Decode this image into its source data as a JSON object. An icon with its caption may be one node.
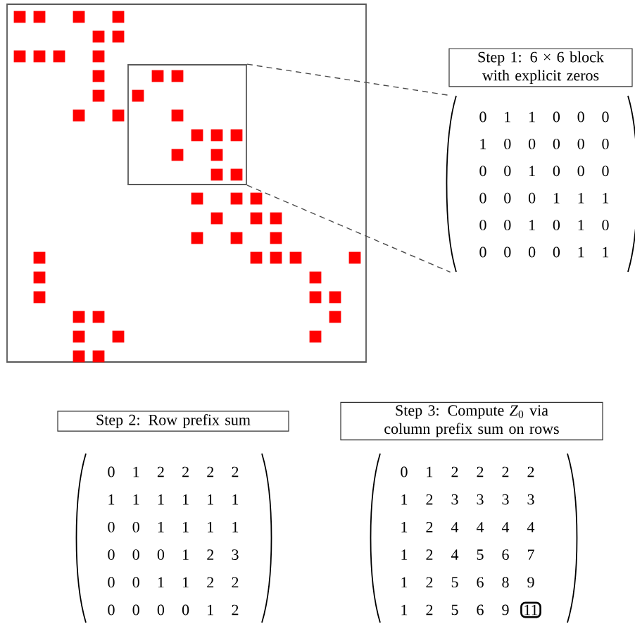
{
  "diagram": {
    "nodes": [
      {
        "text": [],
        "shape": "box"
      },
      {
        "text": [],
        "shape": "box",
        "in": 0
      },
      {
        "text": [
          "Step 1: 6 × 6 block with explicit zeros"
        ]
      },
      {
        "text": [
          "0",
          "1",
          "1",
          "0",
          "0",
          "0",
          "1",
          "0",
          "0",
          "0",
          "0",
          "0",
          "0",
          "0",
          "1",
          "0",
          "0",
          "0",
          "0",
          "0",
          "0",
          "1",
          "1",
          "1",
          "0",
          "0",
          "1",
          "0",
          "1",
          "0",
          "0",
          "0",
          "0",
          "0",
          "1",
          "1"
        ]
      },
      {
        "text": [
          "Step 2: Row prefix sum"
        ]
      },
      {
        "text": [
          "0",
          "1",
          "2",
          "2",
          "2",
          "2",
          "1",
          "1",
          "1",
          "1",
          "1",
          "1",
          "0",
          "0",
          "1",
          "1",
          "1",
          "1",
          "0",
          "0",
          "0",
          "1",
          "2",
          "3",
          "0",
          "0",
          "1",
          "1",
          "2",
          "2",
          "0",
          "0",
          "0",
          "0",
          "1",
          "2"
        ]
      },
      {
        "text": [
          "Step 3: Compute *Z*$_{0}$ via column prefix sum on rows"
        ]
      },
      {
        "text": [
          "0",
          "1",
          "2",
          "2",
          "2",
          "2",
          "1",
          "2",
          "3",
          "3",
          "3",
          "3",
          "1",
          "2",
          "4",
          "4",
          "4",
          "4",
          "1",
          "2",
          "4",
          "5",
          "6",
          "7",
          "1",
          "2",
          "5",
          "6",
          "8",
          "9",
          "1",
          "2",
          "5",
          "6",
          "9",
          "11"
        ]
      }
    ],
    "edges": [
      {
        "from": 1,
        "to": 3,
        "arrow": "none",
        "style": "dashed"
      },
      {
        "from": 1,
        "to": 3,
        "arrow": "none",
        "style": "dashed"
      }
    ]
  }
}
